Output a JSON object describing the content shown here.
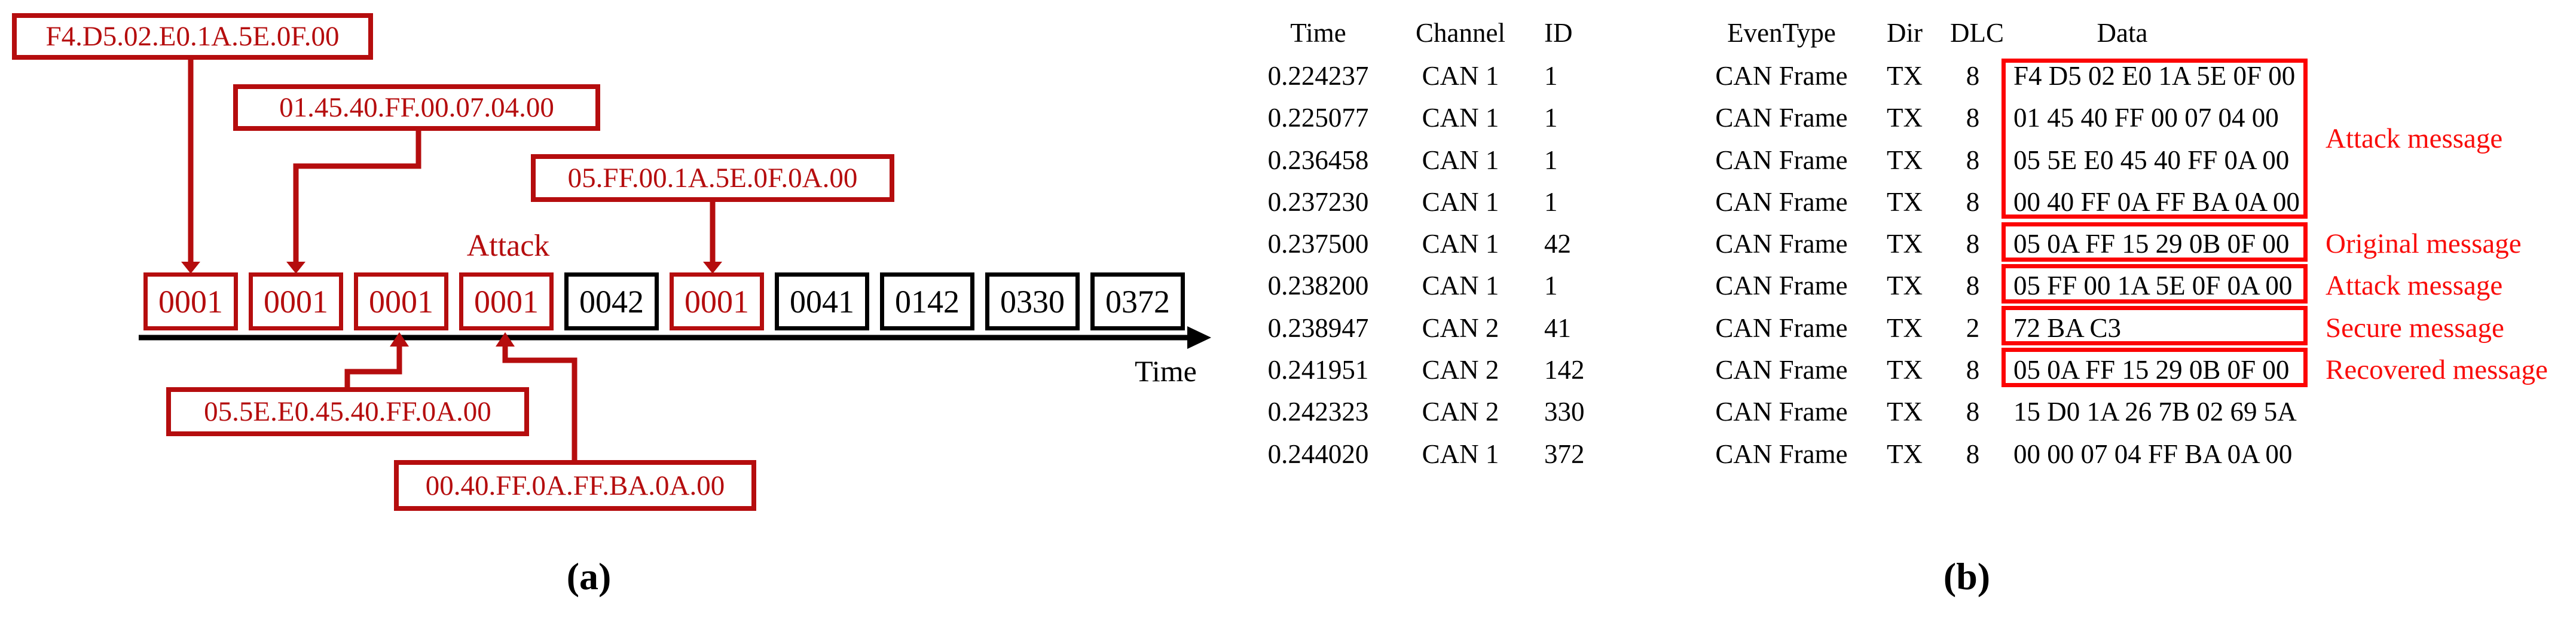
{
  "colors": {
    "panel-a-red": "#b50d0e",
    "panel-b-box-red": "#fc0303",
    "panel-b-label-red": "#f90d0b",
    "ink": "#000000",
    "paper": "#ffffff"
  },
  "panel_a": {
    "caption": "(a)",
    "attack_label": "Attack",
    "time_axis_label": "Time",
    "callouts": [
      {
        "text": "F4.D5.02.E0.1A.5E.0F.00"
      },
      {
        "text": "01.45.40.FF.00.07.04.00"
      },
      {
        "text": "05.FF.00.1A.5E.0F.0A.00"
      },
      {
        "text": "05.5E.E0.45.40.FF.0A.00"
      },
      {
        "text": "00.40.FF.0A.FF.BA.0A.00"
      }
    ],
    "timeline_boxes": [
      {
        "label": "0001",
        "type": "attack"
      },
      {
        "label": "0001",
        "type": "attack"
      },
      {
        "label": "0001",
        "type": "attack"
      },
      {
        "label": "0001",
        "type": "attack"
      },
      {
        "label": "0042",
        "type": "normal"
      },
      {
        "label": "0001",
        "type": "attack"
      },
      {
        "label": "0041",
        "type": "normal"
      },
      {
        "label": "0142",
        "type": "normal"
      },
      {
        "label": "0330",
        "type": "normal"
      },
      {
        "label": "0372",
        "type": "normal"
      }
    ]
  },
  "panel_b": {
    "caption": "(b)",
    "headers": [
      "Time",
      "Channel",
      "ID",
      "EvenType",
      "Dir",
      "DLC",
      "Data"
    ],
    "rows": [
      [
        "0.224237",
        "CAN 1",
        "1",
        "CAN Frame",
        "TX",
        "8",
        "F4 D5 02 E0 1A 5E 0F 00"
      ],
      [
        "0.225077",
        "CAN 1",
        "1",
        "CAN Frame",
        "TX",
        "8",
        "01 45 40 FF 00 07 04 00"
      ],
      [
        "0.236458",
        "CAN 1",
        "1",
        "CAN Frame",
        "TX",
        "8",
        "05 5E E0 45 40 FF 0A 00"
      ],
      [
        "0.237230",
        "CAN 1",
        "1",
        "CAN Frame",
        "TX",
        "8",
        "00 40 FF 0A FF BA 0A 00"
      ],
      [
        "0.237500",
        "CAN 1",
        "42",
        "CAN Frame",
        "TX",
        "8",
        "05 0A FF 15 29 0B 0F 00"
      ],
      [
        "0.238200",
        "CAN 1",
        "1",
        "CAN Frame",
        "TX",
        "8",
        "05 FF 00 1A 5E 0F 0A 00"
      ],
      [
        "0.238947",
        "CAN 2",
        "41",
        "CAN Frame",
        "TX",
        "2",
        "72 BA C3"
      ],
      [
        "0.241951",
        "CAN 2",
        "142",
        "CAN Frame",
        "TX",
        "8",
        "05 0A FF 15 29 0B 0F 00"
      ],
      [
        "0.242323",
        "CAN 2",
        "330",
        "CAN Frame",
        "TX",
        "8",
        "15 D0 1A 26 7B 02 69 5A"
      ],
      [
        "0.244020",
        "CAN 1",
        "372",
        "CAN Frame",
        "TX",
        "8",
        "00 00 07 04 FF BA 0A 00"
      ]
    ],
    "annotations": [
      {
        "text": "Attack message"
      },
      {
        "text": "Original message"
      },
      {
        "text": "Attack message"
      },
      {
        "text": "Secure message"
      },
      {
        "text": "Recovered message"
      }
    ]
  }
}
